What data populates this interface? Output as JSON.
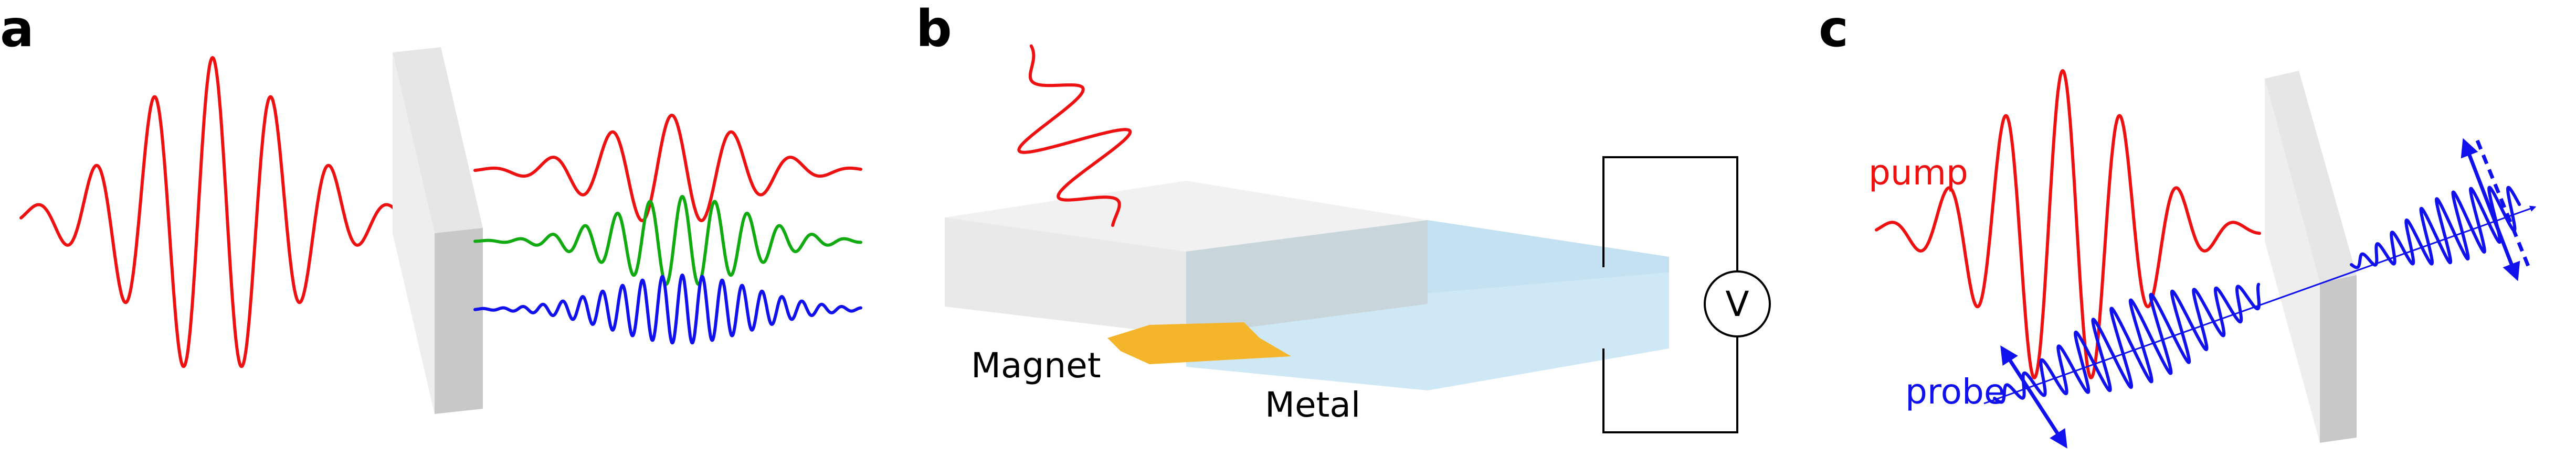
{
  "panels": {
    "a": {
      "label": "a"
    },
    "b": {
      "label": "b",
      "magnet_label": "Magnet",
      "metal_label": "Metal",
      "voltmeter_symbol": "V"
    },
    "c": {
      "label": "c",
      "pump_label": "pump",
      "probe_label": "probe"
    }
  },
  "colors": {
    "red": "#ee1111",
    "green": "#11aa11",
    "blue": "#1111ee",
    "magnet": "#f5b52a",
    "metal": "#cfe8f5",
    "slab": "#dddddd"
  },
  "icons": [
    "double-arrow-icon",
    "voltmeter-icon"
  ]
}
